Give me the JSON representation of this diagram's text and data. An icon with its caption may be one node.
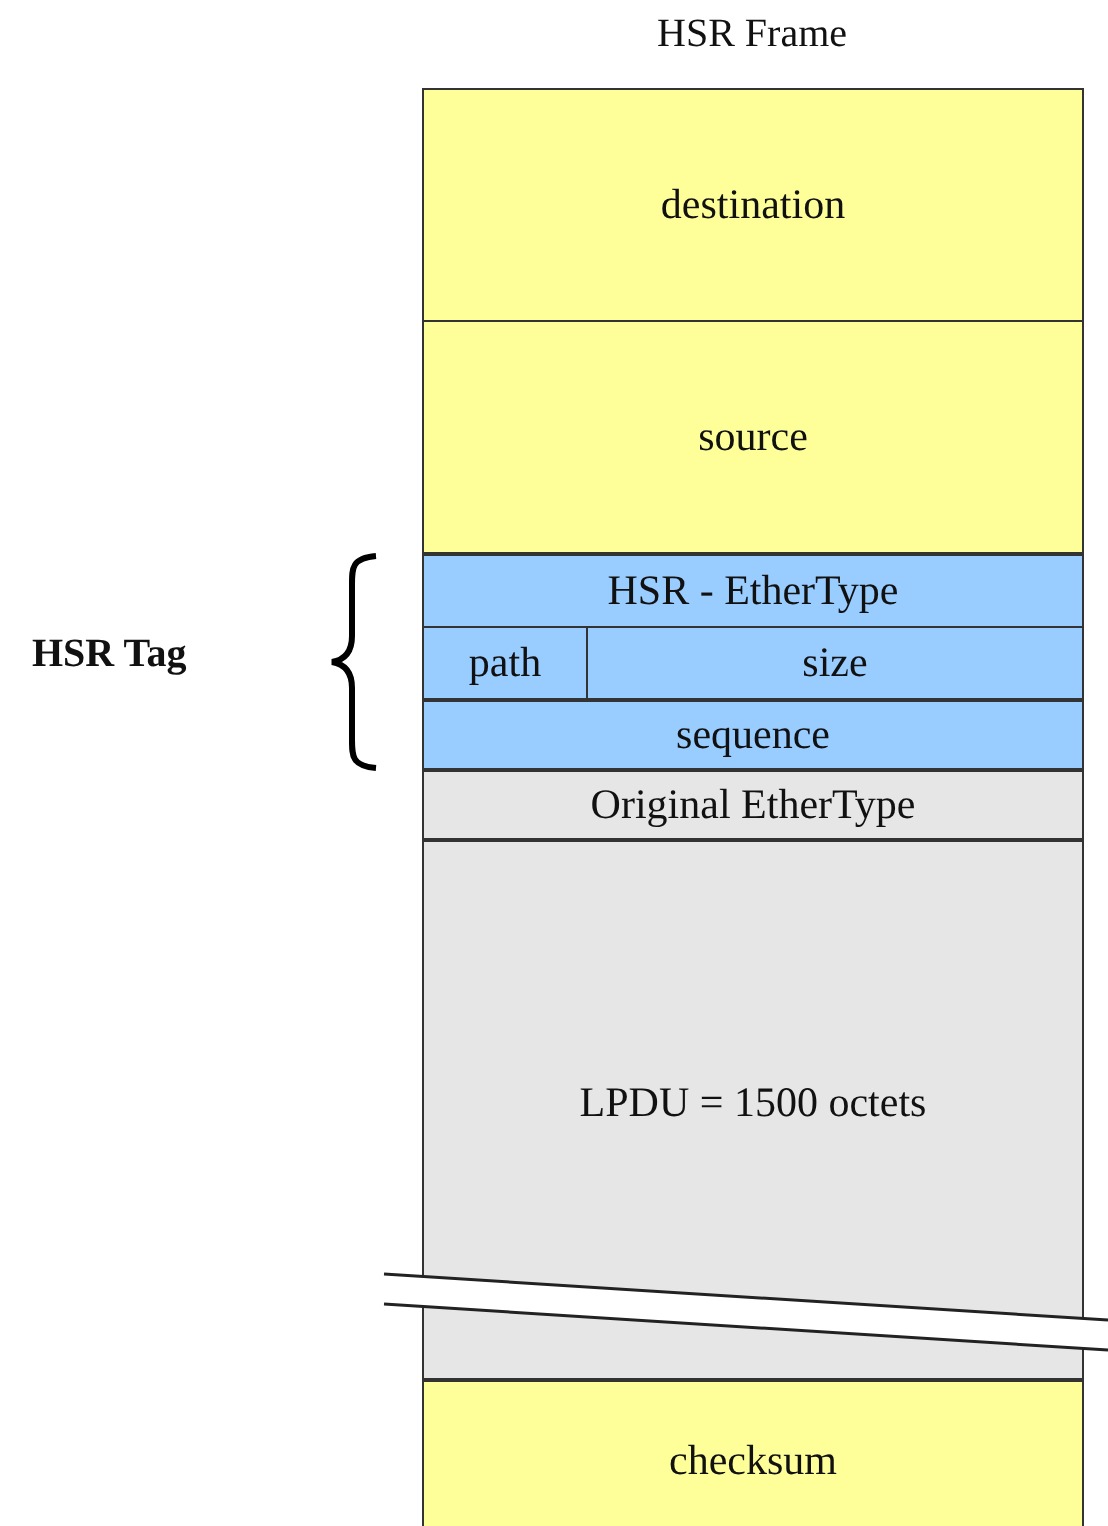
{
  "diagram": {
    "title": "HSR Frame",
    "nodes": [
      {
        "text": [
          "destination"
        ]
      },
      {
        "text": [
          "source"
        ]
      },
      {
        "text": [
          "HSR - EtherType"
        ]
      },
      {
        "text": [
          "path"
        ]
      },
      {
        "text": [
          "size"
        ]
      },
      {
        "text": [
          "sequence"
        ]
      },
      {
        "text": [
          "Original EtherType"
        ]
      },
      {
        "text": [
          "LPDU = 1500 octets"
        ]
      },
      {
        "text": [
          "checksum"
        ]
      }
    ],
    "labels": [
      "HSR Tag"
    ]
  }
}
